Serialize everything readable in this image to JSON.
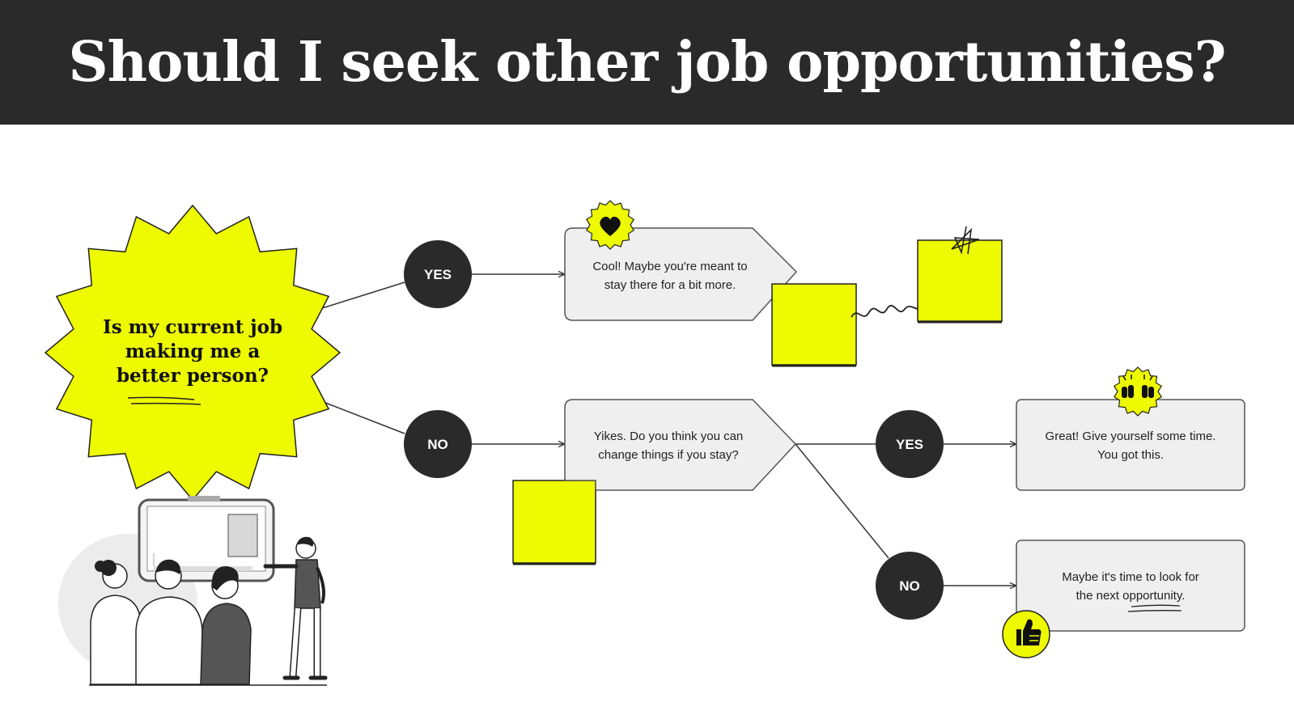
{
  "title": "Should I seek other job opportunities?",
  "question": {
    "lines": [
      "Is my current job",
      "making me a",
      "better person?"
    ]
  },
  "branches": {
    "first_yes": "YES",
    "first_no": "NO",
    "second_yes": "YES",
    "second_no": "NO"
  },
  "outcomes": {
    "stay": [
      "Cool! Maybe you're meant to",
      "stay there for a bit more."
    ],
    "change": [
      "Yikes. Do you think you can",
      "change things if you stay?"
    ],
    "time": [
      "Great! Give yourself some time.",
      "You got this."
    ],
    "look": [
      "Maybe it's time to look for",
      "the next opportunity."
    ]
  },
  "colors": {
    "header_bg": "#2a2a2a",
    "accent_yellow": "#eefb00",
    "circle_dark": "#2a2a2a",
    "box_fill": "#efefef",
    "box_stroke": "#555555"
  },
  "icons": [
    "heart-icon",
    "star-scribble-icon",
    "raised-hands-icon",
    "thumbs-up-icon"
  ]
}
